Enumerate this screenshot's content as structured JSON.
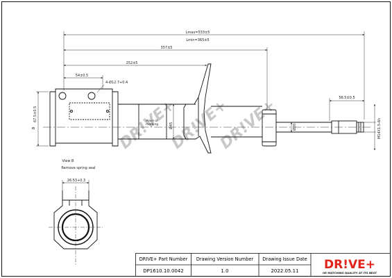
{
  "dimensions": {
    "lmax": "Lmax=533±5",
    "lmin": "Lmin=365±5",
    "d357": "357±5",
    "d252": "252±5",
    "d54": "54±0.5",
    "hole": "4-Ø12.7+0.4",
    "d565": "56.5±0.5",
    "thread": "M14X1.5-6h",
    "left_v1": "67.5±0.5",
    "left_v2": "B",
    "rod": "Ø20",
    "tube": "Ø45",
    "view_d": "26.53+0.3"
  },
  "annotations": {
    "place_of_marking": "Place of marking",
    "view_b": "View B",
    "remove_spring_seal": "Remove spring seal"
  },
  "watermark": "DR!VE+",
  "title_block": {
    "col1_header": "DRIVE+ Part Number",
    "col2_header": "Drawing Version  Number",
    "col3_header": "Drawing Issue Date",
    "col1_value": "DP1610.10.0042",
    "col2_value": "1.0",
    "col3_value": "2022.05.11",
    "logo_text": "DR!VE+",
    "tagline": "OE MATCHING QUALITY AT ITS BEST"
  },
  "colors": {
    "line": "#111111",
    "dim_line": "#333333",
    "watermark": "#c8c8c8",
    "brand_red": "#e2231a"
  }
}
